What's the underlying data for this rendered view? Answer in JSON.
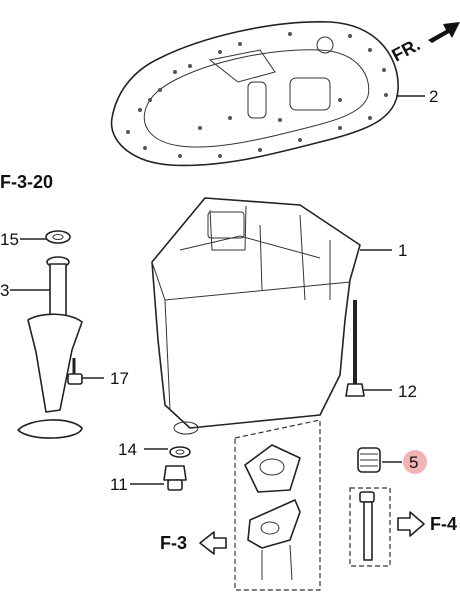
{
  "diagram": {
    "direction_label": "FR.",
    "ref_top_left": "F-3-20",
    "ref_left": "F-3",
    "ref_right": "F-4",
    "callouts": {
      "c1": "1",
      "c2": "2",
      "c3": "3",
      "c5": "5",
      "c11": "11",
      "c12": "12",
      "c14": "14",
      "c15": "15",
      "c17": "17"
    },
    "highlight_color": "#f4b3b3"
  }
}
